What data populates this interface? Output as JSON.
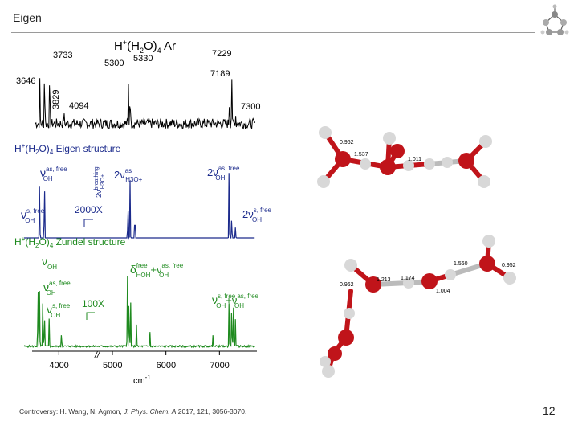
{
  "slide": {
    "title": "Eigen",
    "page_number": "12",
    "citation": {
      "prefix": "Controversy: H. Wang, N. Agmon, ",
      "journal": "J. Phys. Chem. A",
      "rest": " 2017, 121, 3056-3070."
    }
  },
  "colors": {
    "experiment": "#000000",
    "eigen": "#1c2b8c",
    "zundel": "#1e8a1e",
    "oxygen": "#c0141a",
    "hydrogen": "#d8d8d8"
  },
  "chart_data": {
    "type": "line",
    "x_unit_label": "cm",
    "x_unit_exp": "-1",
    "x_ticks": [
      "4000",
      "5000",
      "6000",
      "7000"
    ],
    "xlim": [
      3500,
      7700
    ],
    "break_marker": "//",
    "panels": {
      "experiment": {
        "title_main": "H",
        "title_sup": "+",
        "title_mid": "(H",
        "title_sub": "2",
        "title_after": "O)",
        "title_sub2": "4",
        "title_end": " Ar",
        "peak_labels": [
          "3733",
          "3646",
          "3829",
          "4094",
          "5300",
          "5330",
          "7229",
          "7189",
          "7300"
        ],
        "peaks": [
          {
            "x": 3646,
            "h": 0.55
          },
          {
            "x": 3733,
            "h": 0.95
          },
          {
            "x": 3829,
            "h": 0.8
          },
          {
            "x": 4094,
            "h": 0.2
          },
          {
            "x": 5300,
            "h": 0.45
          },
          {
            "x": 5330,
            "h": 0.6
          },
          {
            "x": 7189,
            "h": 0.45
          },
          {
            "x": 7229,
            "h": 0.7
          },
          {
            "x": 7300,
            "h": 0.15
          }
        ]
      },
      "eigen": {
        "title_a": "H",
        "title_sup": "+",
        "title_b": "(H",
        "title_sub": "2",
        "title_c": "O)",
        "title_sub2": "4",
        "title_d": " Eigen structure",
        "magnification": "2000X",
        "band_labels": {
          "nu_as_free": {
            "sym": "ν",
            "sup": "as, free",
            "sub": "OH"
          },
          "breathing": {
            "text": "2ν",
            "sup": "breathing",
            "sub": "H3O+"
          },
          "two_nu_as_h3o": {
            "sym": "2ν",
            "sup": "as",
            "sub": "H3O+"
          },
          "two_nu_as_free_right": {
            "sym": "2ν",
            "sup": "as, free",
            "sub": "OH"
          },
          "nu_s_free": {
            "sym": "ν",
            "sup": "s, free",
            "sub": "OH"
          },
          "two_nu_s_free": {
            "sym": "2ν",
            "sup": "s, free",
            "sub": "OH"
          }
        },
        "peaks": [
          {
            "x": 3640,
            "h": 0.75
          },
          {
            "x": 3730,
            "h": 0.95
          },
          {
            "x": 5290,
            "h": 0.55
          },
          {
            "x": 5330,
            "h": 0.75
          },
          {
            "x": 5420,
            "h": 0.45
          },
          {
            "x": 7180,
            "h": 0.95
          },
          {
            "x": 7230,
            "h": 0.35
          },
          {
            "x": 7300,
            "h": 0.15
          }
        ]
      },
      "zundel": {
        "title_a": "H",
        "title_sup": "+",
        "title_b": "(H",
        "title_sub": "2",
        "title_c": "O)",
        "title_sub2": "4",
        "title_d": " Zundel structure",
        "magnification": "100X",
        "band_labels": {
          "nu_oh": {
            "sym": "ν",
            "sub": "OH"
          },
          "nu_as_free": {
            "sym": "ν",
            "sup": "as, free",
            "sub": "OH"
          },
          "nu_s_free": {
            "sym": "ν",
            "sup": "s, free",
            "sub": "OH"
          },
          "delta_plus_nu": {
            "sym": "δ",
            "sup": "free",
            "sub": "HOH",
            "plus": "+ν",
            "sup2": "as, free",
            "sub2": "OH"
          },
          "nu_s_plus_nu_as": {
            "sym": "ν",
            "sup": "s, free",
            "sub": "OH",
            "plus": "+ν",
            "sup2": "as, free",
            "sub2": "OH"
          }
        },
        "peaks": [
          {
            "x": 3610,
            "h": 0.95
          },
          {
            "x": 3640,
            "h": 0.7
          },
          {
            "x": 3700,
            "h": 0.55
          },
          {
            "x": 3730,
            "h": 0.45
          },
          {
            "x": 3820,
            "h": 0.35
          },
          {
            "x": 4050,
            "h": 0.2
          },
          {
            "x": 5280,
            "h": 0.9
          },
          {
            "x": 5310,
            "h": 0.7
          },
          {
            "x": 5340,
            "h": 0.55
          },
          {
            "x": 5450,
            "h": 0.25
          },
          {
            "x": 5700,
            "h": 0.18
          },
          {
            "x": 6880,
            "h": 0.15
          },
          {
            "x": 7180,
            "h": 0.55
          },
          {
            "x": 7230,
            "h": 0.6
          },
          {
            "x": 7260,
            "h": 0.5
          },
          {
            "x": 7300,
            "h": 0.35
          }
        ]
      }
    }
  },
  "molecules": {
    "eigen": {
      "distances": [
        "0.962",
        "1.537",
        "1.011"
      ]
    },
    "zundel": {
      "distances": [
        "1.560",
        "0.952",
        "0.962",
        "1.213",
        "1.174",
        "1.004"
      ]
    }
  }
}
